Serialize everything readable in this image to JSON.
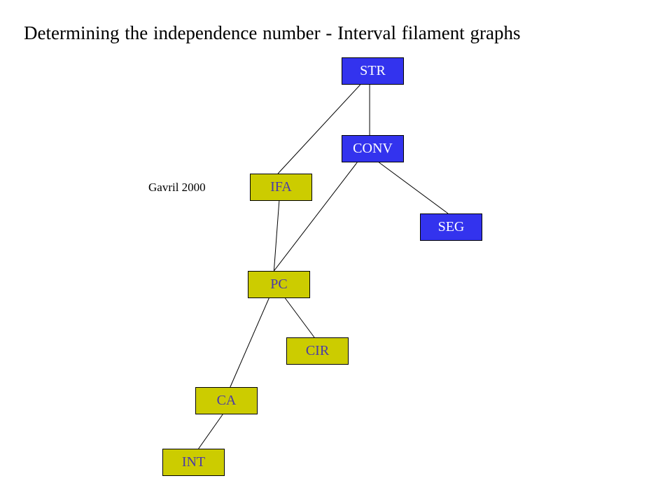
{
  "title": "Determining the independence number  -  Interval filament graphs",
  "annotation": "Gavril 2000",
  "colors": {
    "blue_fill": "#3333ee",
    "blue_text": "#ffffff",
    "olive_fill": "#cccc00",
    "olive_text": "#4a3aa8",
    "edge": "#000000"
  },
  "nodes": [
    {
      "id": "STR",
      "label": "STR",
      "style": "blue"
    },
    {
      "id": "CONV",
      "label": "CONV",
      "style": "blue"
    },
    {
      "id": "IFA",
      "label": "IFA",
      "style": "olive"
    },
    {
      "id": "SEG",
      "label": "SEG",
      "style": "blue"
    },
    {
      "id": "PC",
      "label": "PC",
      "style": "olive"
    },
    {
      "id": "CIR",
      "label": "CIR",
      "style": "olive"
    },
    {
      "id": "CA",
      "label": "CA",
      "style": "olive"
    },
    {
      "id": "INT",
      "label": "INT",
      "style": "olive"
    }
  ],
  "edges": [
    [
      "STR",
      "CONV"
    ],
    [
      "STR",
      "IFA"
    ],
    [
      "CONV",
      "PC"
    ],
    [
      "CONV",
      "SEG"
    ],
    [
      "IFA",
      "PC"
    ],
    [
      "PC",
      "CIR"
    ],
    [
      "PC",
      "CA"
    ],
    [
      "CA",
      "INT"
    ]
  ]
}
